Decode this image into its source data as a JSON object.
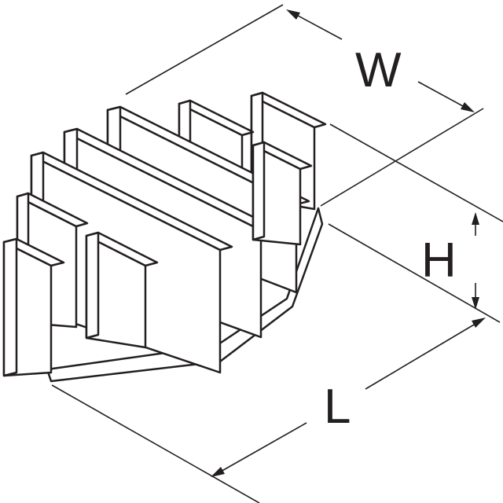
{
  "diagram": {
    "subject": "heatsink",
    "dimensions": {
      "width_label": "W",
      "height_label": "H",
      "length_label": "L"
    },
    "line_color": "#231f20"
  }
}
